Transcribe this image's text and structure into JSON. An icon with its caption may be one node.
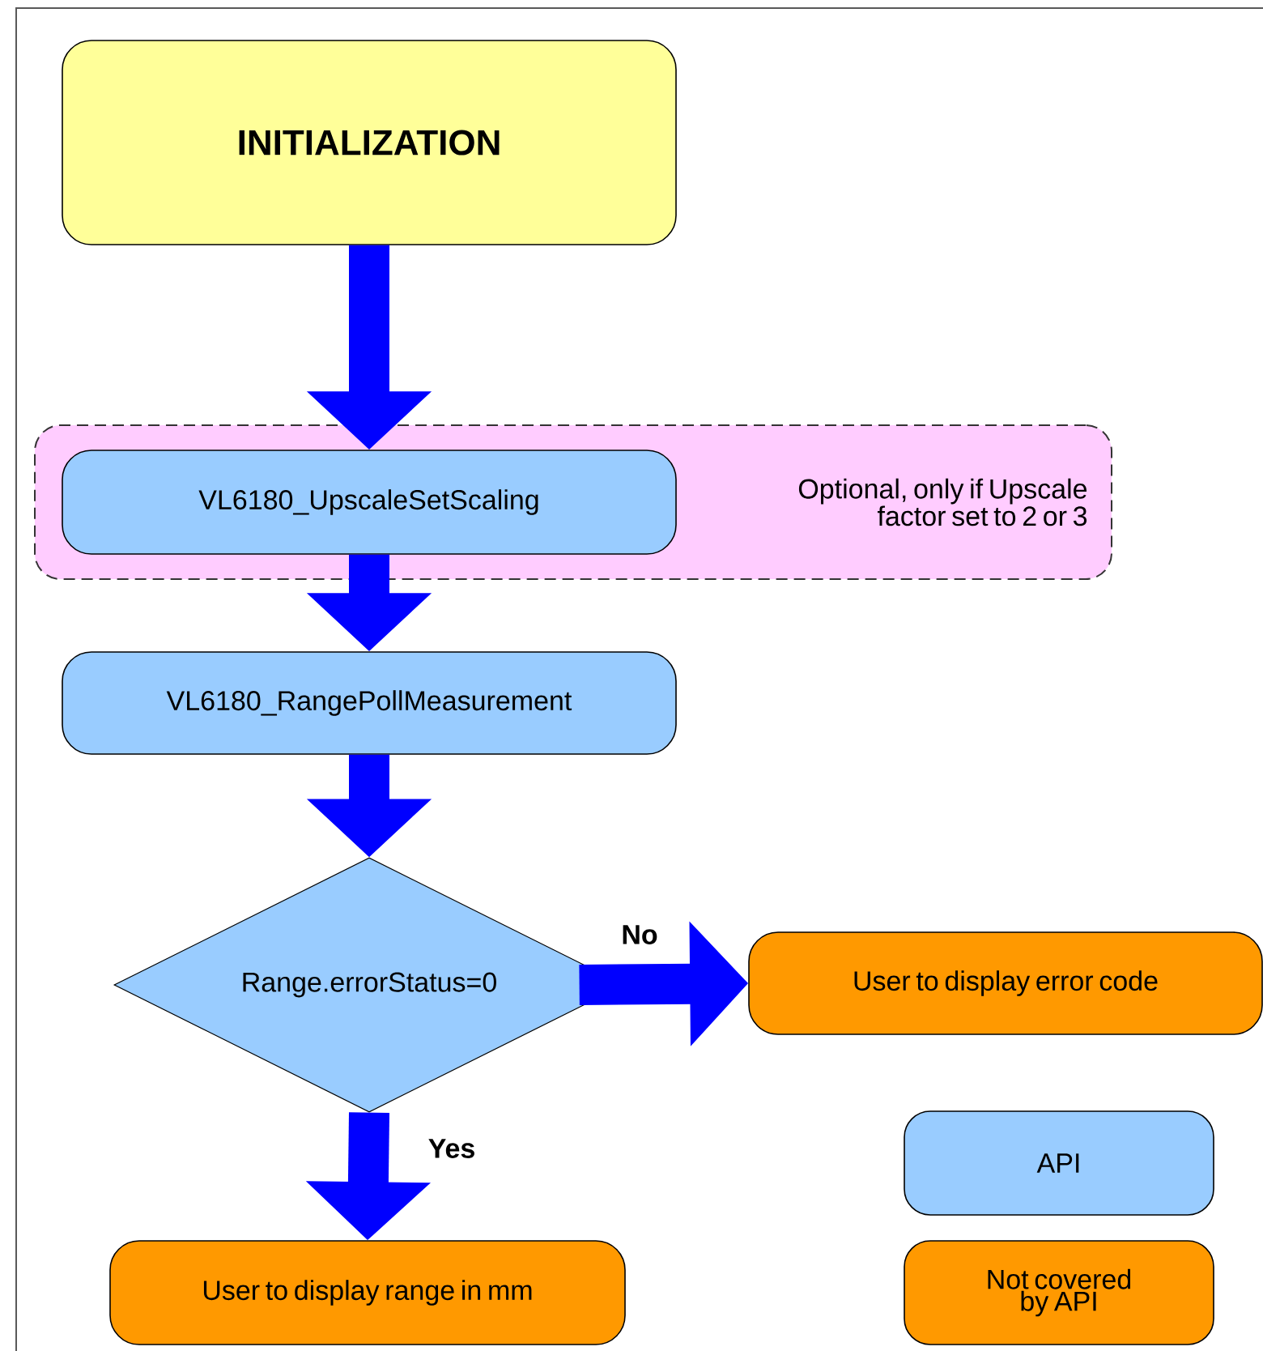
{
  "diagram": {
    "nodes": [
      {
        "text": [
          "INITIALIZATION"
        ]
      },
      {
        "text": [
          "Optional, only if Upscale factor set to 2 or 3"
        ]
      },
      {
        "text": [
          "VL6180_UpscaleSetScaling"
        ],
        "in": 1
      },
      {
        "text": [
          "VL6180_RangePollMeasurement"
        ]
      },
      {
        "text": [
          "Range.errorStatus=0"
        ]
      },
      {
        "text": [
          "User to display error code"
        ]
      },
      {
        "text": [
          "User to display range in mm"
        ]
      }
    ],
    "edges": [
      {
        "from": 0,
        "to": 2,
        "arrow": "to"
      },
      {
        "from": 2,
        "to": 3,
        "arrow": "to"
      },
      {
        "from": 3,
        "to": 4,
        "arrow": "to"
      },
      {
        "from": 4,
        "to": 5,
        "arrow": "to",
        "label": "No"
      },
      {
        "from": 4,
        "to": 6,
        "arrow": "to",
        "label": "Yes"
      }
    ],
    "legend": [
      {
        "text": "API",
        "color": "#99ccff"
      },
      {
        "text": "Not covered by API",
        "color": "#ff9900"
      }
    ]
  }
}
